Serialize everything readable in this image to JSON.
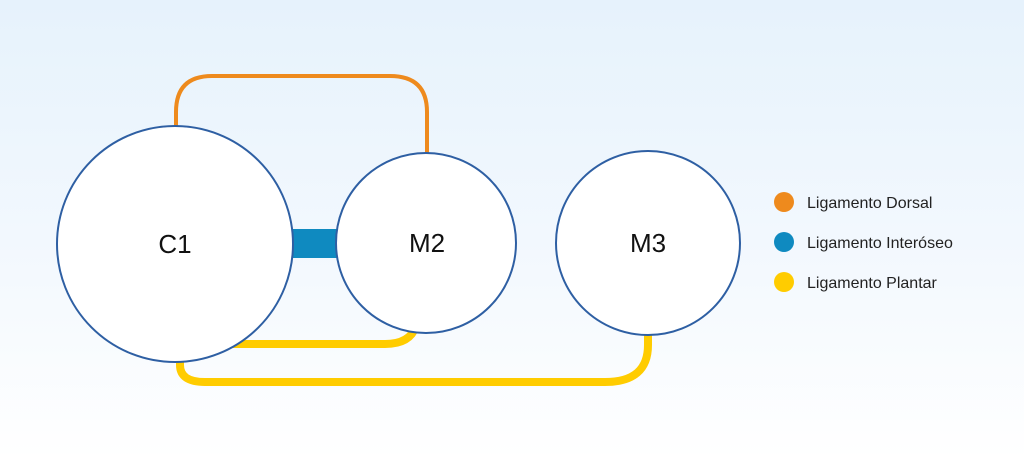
{
  "nodes": {
    "c1": "C1",
    "m2": "M2",
    "m3": "M3"
  },
  "links": [
    {
      "from": "C1",
      "to": "M2",
      "type": "Ligamento Dorsal",
      "color": "#ee8a1d"
    },
    {
      "from": "C1",
      "to": "M2",
      "type": "Ligamento Interóseo",
      "color": "#0f8ac0"
    },
    {
      "from": "C1",
      "to": "M2",
      "type": "Ligamento Plantar",
      "color": "#ffcc00"
    },
    {
      "from": "C1",
      "to": "M3",
      "type": "Ligamento Plantar",
      "color": "#ffcc00"
    }
  ],
  "legend": {
    "dorsal": {
      "label": "Ligamento Dorsal",
      "color": "#ee8a1d"
    },
    "interoseo": {
      "label": "Ligamento Interóseo",
      "color": "#0f8ac0"
    },
    "plantar": {
      "label": "Ligamento Plantar",
      "color": "#ffcc00"
    }
  },
  "colors": {
    "node_stroke": "#2e5fa3",
    "node_fill": "#ffffff"
  }
}
